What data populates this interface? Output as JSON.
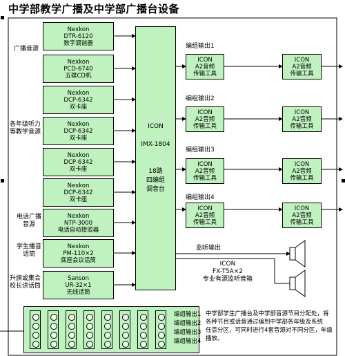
{
  "title": "中学部教学广播及中学部广播台设备",
  "groups": {
    "broadcast": "广播音源",
    "listening": [
      "各年级听力",
      "等教学音源"
    ],
    "phone": [
      "电话广播",
      "音源"
    ],
    "meeting": [
      "学生播音",
      "话筒"
    ],
    "flag": [
      "升旗或集合",
      "校长讲话筒"
    ]
  },
  "sources": [
    {
      "brand": "Nexkon",
      "model": "DTR-6120",
      "name": "数字调谐器"
    },
    {
      "brand": "Nexkon",
      "model": "PCD-6740",
      "name": "五碟CD机"
    },
    {
      "brand": "Nexkon",
      "model": "DCP-6342",
      "name": "双卡座"
    },
    {
      "brand": "Nexkon",
      "model": "DCP-6342",
      "name": "双卡座"
    },
    {
      "brand": "Nexkon",
      "model": "DCP-6342",
      "name": "双卡座"
    },
    {
      "brand": "Nexkon",
      "model": "DCP-6342",
      "name": "双卡座"
    },
    {
      "brand": "Nexkon",
      "model": "NTP-3000",
      "name": "电话自动接驳器"
    },
    {
      "brand": "Nexkon",
      "model": "PM-110×2",
      "name": "底座会议话筒"
    },
    {
      "brand": "Sanson",
      "model": "UR-32×1",
      "name": "无线话筒"
    }
  ],
  "mixer": {
    "brand": "ICON",
    "model": "IMX-1804",
    "ch": "18路",
    "desc1": "四编组",
    "desc2": "调音台"
  },
  "outputs": [
    {
      "label": "编组输出1",
      "brand": "ICON",
      "l2": "A2音频",
      "l3": "传输工具"
    },
    {
      "label": "编组输出2",
      "brand": "ICON",
      "l2": "A2音频",
      "l3": "传输工具"
    },
    {
      "label": "编组输出3",
      "brand": "ICON",
      "l2": "A2音频",
      "l3": "传输工具"
    },
    {
      "label": "编组输出4",
      "brand": "ICON",
      "l2": "A2音频",
      "l3": "传输工具"
    }
  ],
  "monitor": {
    "label": "监听输出",
    "brand": "ICON",
    "model": "FX-T5A×2",
    "name": "专业有源监听音箱"
  },
  "bank_labels": [
    "编组输出1",
    "编组输出2",
    "编组输出3",
    "编组输出4"
  ],
  "note": [
    "中学部学生广播台及中学部音源节目分配处，将",
    "各种节目或话音通过编到中学部各年级及系统",
    "任意分区，可同时进行4套音源对不同分区，年级",
    "播放。"
  ]
}
